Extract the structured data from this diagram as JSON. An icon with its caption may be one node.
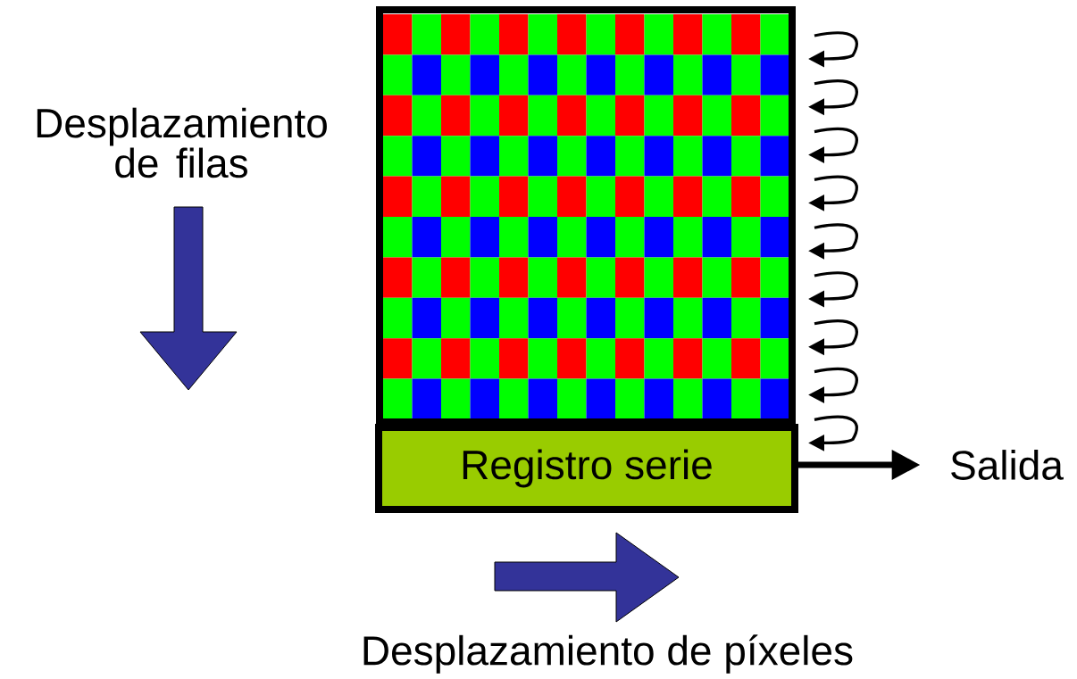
{
  "diagram": {
    "nodes": [
      {
        "text": [],
        "shape": "picture"
      },
      {
        "text": [
          "Registro serie"
        ]
      },
      {
        "text": [
          "Salida"
        ]
      }
    ],
    "edges": [
      {
        "from": 1,
        "to": 2,
        "arrow": "to"
      }
    ],
    "labels": [
      "Desplazamiento de filas",
      "Desplazamiento de píxeles"
    ]
  }
}
